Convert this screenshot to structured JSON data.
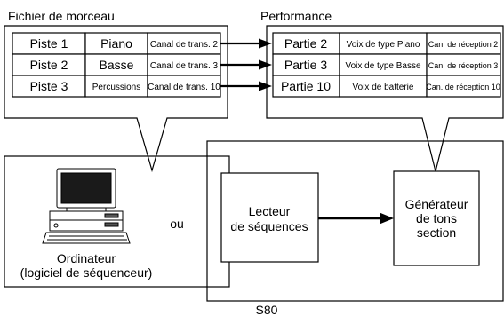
{
  "song_file": {
    "title": "Fichier de morceau",
    "rows": [
      {
        "track": "Piste 1",
        "instrument": "Piano",
        "channel": "Canal de trans. 2"
      },
      {
        "track": "Piste 2",
        "instrument": "Basse",
        "channel": "Canal de trans. 3"
      },
      {
        "track": "Piste 3",
        "instrument": "Percussions",
        "channel": "Canal de trans. 10"
      }
    ]
  },
  "performance": {
    "title": "Performance",
    "rows": [
      {
        "part": "Partie 2",
        "voice": "Voix de type Piano",
        "channel": "Can. de réception 2"
      },
      {
        "part": "Partie 3",
        "voice": "Voix de type Basse",
        "channel": "Can. de réception 3"
      },
      {
        "part": "Partie 10",
        "voice": "Voix de batterie",
        "channel": "Can. de réception 10"
      }
    ]
  },
  "computer": {
    "label_line1": "Ordinateur",
    "label_line2": "(logiciel de séquenceur)",
    "icon": "computer-icon"
  },
  "or_label": "ou",
  "sequencer": {
    "line1": "Lecteur",
    "line2": "de séquences"
  },
  "tone_generator": {
    "line1": "Générateur",
    "line2": "de tons",
    "line3": "section"
  },
  "s80_label": "S80"
}
